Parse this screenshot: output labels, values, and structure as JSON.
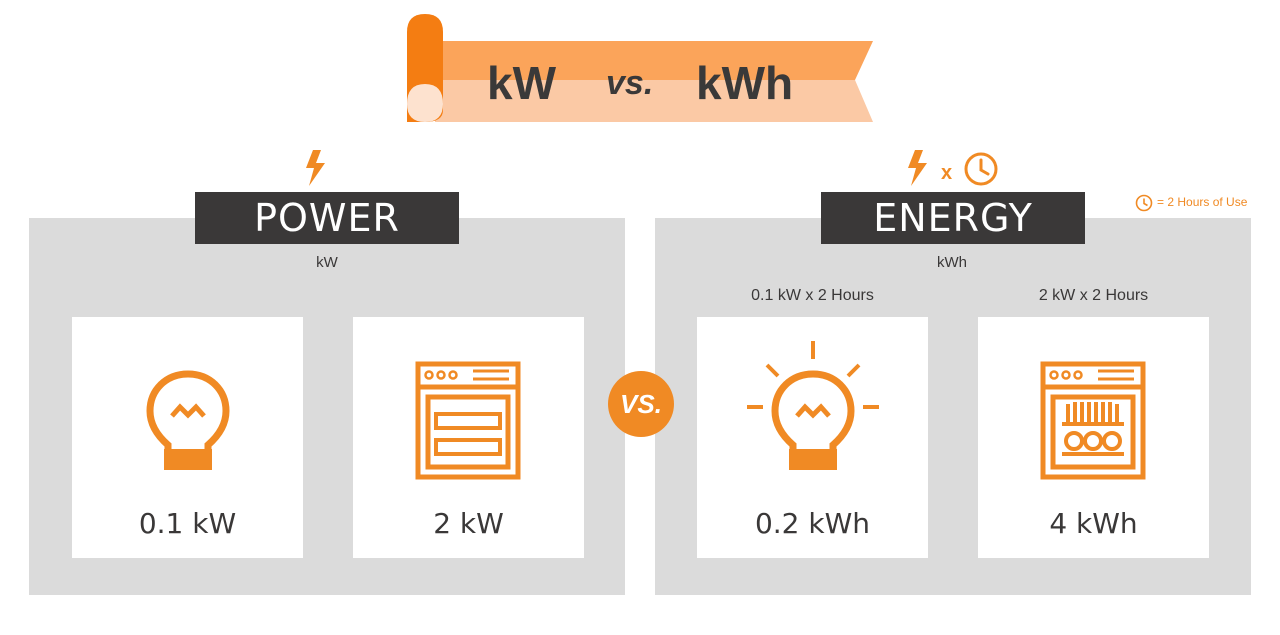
{
  "banner": {
    "left_text": "kW",
    "vs_text": "vs.",
    "right_text": "kWh"
  },
  "power": {
    "title": "POWER",
    "unit": "kW",
    "cards": [
      {
        "icon": "light-bulb-icon",
        "value": "0.1 kW"
      },
      {
        "icon": "oven-icon",
        "value": "2 kW"
      }
    ]
  },
  "energy": {
    "title": "ENERGY",
    "unit": "kWh",
    "multiply_symbol": "x",
    "cards": [
      {
        "calc": "0.1 kW x 2 Hours",
        "icon": "glowing-light-bulb-icon",
        "value": "0.2 kWh"
      },
      {
        "calc": "2 kW x 2 Hours",
        "icon": "dishwasher-icon",
        "value": "4 kWh"
      }
    ]
  },
  "vs_badge": "VS.",
  "legend": {
    "icon": "clock-icon",
    "text": "= 2 Hours of Use"
  },
  "colors": {
    "accent": "#f08a24",
    "dark": "#3a3838",
    "panel": "#dbdbdb",
    "banner_light": "#fbc9a5",
    "banner_mid": "#fba45a"
  }
}
